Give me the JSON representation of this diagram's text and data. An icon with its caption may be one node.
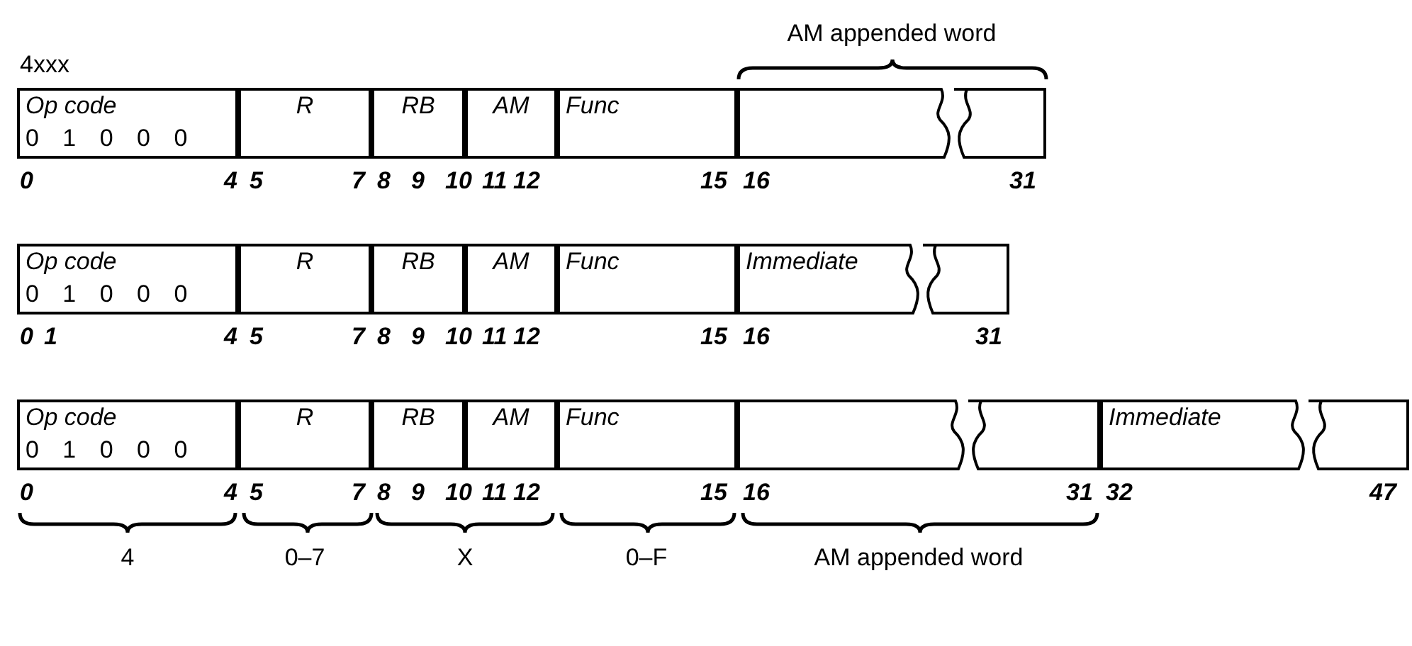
{
  "diagram": {
    "nodes": [
      {
        "text": [
          "Op code",
          "0 1 0 0 0"
        ]
      },
      {
        "text": [
          "R"
        ]
      },
      {
        "text": [
          "RB"
        ]
      },
      {
        "text": [
          "AM"
        ]
      },
      {
        "text": [
          "Func"
        ]
      },
      {
        "text": [],
        "shape": "box"
      },
      {
        "text": [],
        "shape": "box"
      },
      {
        "text": [
          "Op code",
          "0 1 0 0 0"
        ]
      },
      {
        "text": [
          "R"
        ]
      },
      {
        "text": [
          "RB"
        ]
      },
      {
        "text": [
          "AM"
        ]
      },
      {
        "text": [
          "Func"
        ]
      },
      {
        "text": [
          "Immediate"
        ]
      },
      {
        "text": [],
        "shape": "box"
      },
      {
        "text": [
          "Op code",
          "0 1 0 0 0"
        ]
      },
      {
        "text": [
          "R"
        ]
      },
      {
        "text": [
          "RB"
        ]
      },
      {
        "text": [
          "AM"
        ]
      },
      {
        "text": [
          "Func"
        ]
      },
      {
        "text": [],
        "shape": "box"
      },
      {
        "text": [],
        "shape": "box"
      },
      {
        "text": [
          "Immediate"
        ]
      },
      {
        "text": [],
        "shape": "box"
      }
    ],
    "edges": [],
    "labels": [
      "AM appended word",
      "4xxx",
      "0",
      "4",
      "5",
      "7",
      "8",
      "9",
      "10",
      "11",
      "12",
      "15",
      "16",
      "31",
      "0",
      "1",
      "4",
      "5",
      "7",
      "8",
      "9",
      "10",
      "11",
      "12",
      "15",
      "16",
      "31",
      "0",
      "4",
      "5",
      "7",
      "8",
      "9",
      "10",
      "11",
      "12",
      "15",
      "16",
      "31",
      "32",
      "47",
      "4",
      "0–7",
      "X",
      "0–F",
      "AM appended word"
    ]
  }
}
